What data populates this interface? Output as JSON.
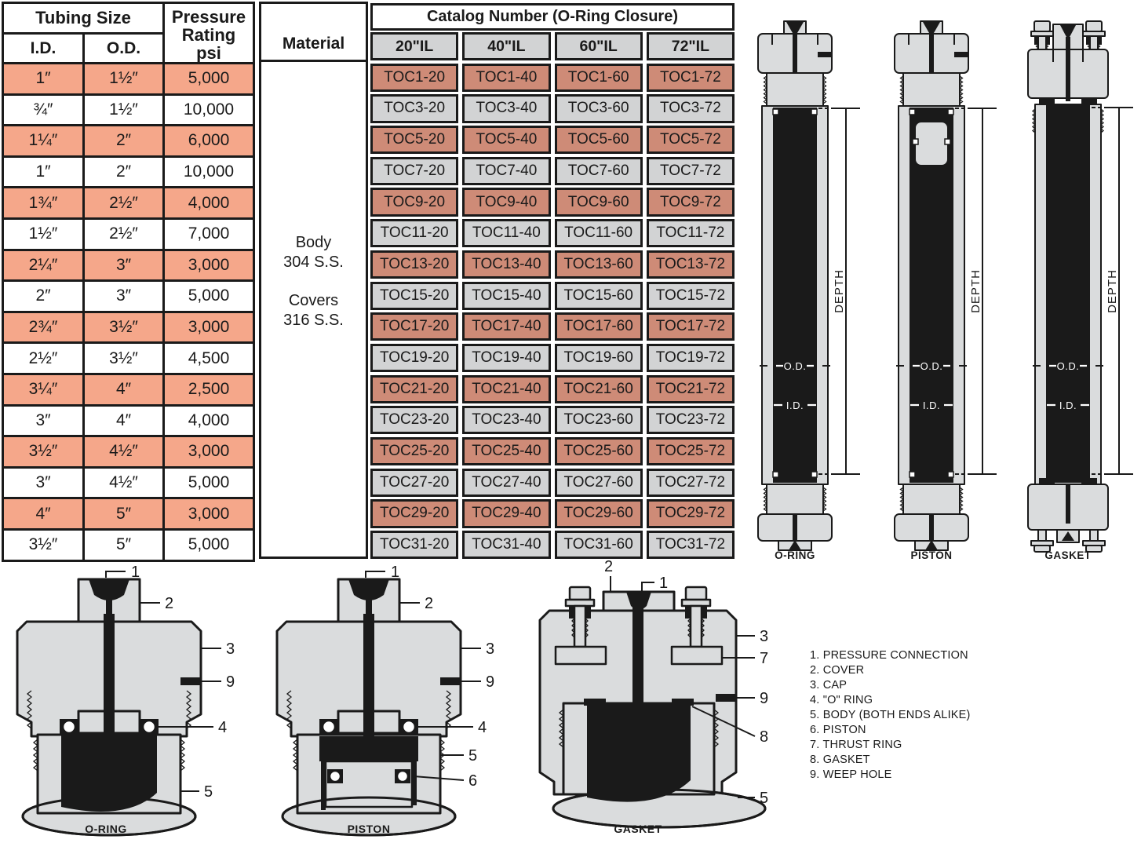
{
  "colors": {
    "highlight_salmon": "#F5A78A",
    "catalog_salmon": "#CE8B77",
    "cell_gray": "#D2D3D4",
    "diagram_gray": "#DADCDD",
    "line_black": "#1A1A1A"
  },
  "tubing_table": {
    "title": "Tubing Size",
    "col_id": "I.D.",
    "col_od": "O.D.",
    "pressure_header": "Pressure\nRating\npsi",
    "rows": [
      {
        "id": "1″",
        "od": "1½″",
        "psi": "5,000",
        "highlight": true
      },
      {
        "id": "¾″",
        "od": "1½″",
        "psi": "10,000",
        "highlight": false
      },
      {
        "id": "1¼″",
        "od": "2″",
        "psi": "6,000",
        "highlight": true
      },
      {
        "id": "1″",
        "od": "2″",
        "psi": "10,000",
        "highlight": false
      },
      {
        "id": "1¾″",
        "od": "2½″",
        "psi": "4,000",
        "highlight": true
      },
      {
        "id": "1½″",
        "od": "2½″",
        "psi": "7,000",
        "highlight": false
      },
      {
        "id": "2¼″",
        "od": "3″",
        "psi": "3,000",
        "highlight": true
      },
      {
        "id": "2″",
        "od": "3″",
        "psi": "5,000",
        "highlight": false
      },
      {
        "id": "2¾″",
        "od": "3½″",
        "psi": "3,000",
        "highlight": true
      },
      {
        "id": "2½″",
        "od": "3½″",
        "psi": "4,500",
        "highlight": false
      },
      {
        "id": "3¼″",
        "od": "4″",
        "psi": "2,500",
        "highlight": true
      },
      {
        "id": "3″",
        "od": "4″",
        "psi": "4,000",
        "highlight": false
      },
      {
        "id": "3½″",
        "od": "4½″",
        "psi": "3,000",
        "highlight": true
      },
      {
        "id": "3″",
        "od": "4½″",
        "psi": "5,000",
        "highlight": false
      },
      {
        "id": "4″",
        "od": "5″",
        "psi": "3,000",
        "highlight": true
      },
      {
        "id": "3½″",
        "od": "5″",
        "psi": "5,000",
        "highlight": false
      }
    ]
  },
  "material": {
    "header": "Material",
    "body": "Body\n304 S.S.",
    "covers": "Covers\n316 S.S."
  },
  "catalog": {
    "title": "Catalog Number (O-Ring Closure)",
    "columns": [
      "20\"IL",
      "40\"IL",
      "60\"IL",
      "72\"IL"
    ],
    "rows": [
      {
        "cells": [
          "TOC1-20",
          "TOC1-40",
          "TOC1-60",
          "TOC1-72"
        ],
        "highlight": true
      },
      {
        "cells": [
          "TOC3-20",
          "TOC3-40",
          "TOC3-60",
          "TOC3-72"
        ],
        "highlight": false
      },
      {
        "cells": [
          "TOC5-20",
          "TOC5-40",
          "TOC5-60",
          "TOC5-72"
        ],
        "highlight": true
      },
      {
        "cells": [
          "TOC7-20",
          "TOC7-40",
          "TOC7-60",
          "TOC7-72"
        ],
        "highlight": false
      },
      {
        "cells": [
          "TOC9-20",
          "TOC9-40",
          "TOC9-60",
          "TOC9-72"
        ],
        "highlight": true
      },
      {
        "cells": [
          "TOC11-20",
          "TOC11-40",
          "TOC11-60",
          "TOC11-72"
        ],
        "highlight": false
      },
      {
        "cells": [
          "TOC13-20",
          "TOC13-40",
          "TOC13-60",
          "TOC13-72"
        ],
        "highlight": true
      },
      {
        "cells": [
          "TOC15-20",
          "TOC15-40",
          "TOC15-60",
          "TOC15-72"
        ],
        "highlight": false
      },
      {
        "cells": [
          "TOC17-20",
          "TOC17-40",
          "TOC17-60",
          "TOC17-72"
        ],
        "highlight": true
      },
      {
        "cells": [
          "TOC19-20",
          "TOC19-40",
          "TOC19-60",
          "TOC19-72"
        ],
        "highlight": false
      },
      {
        "cells": [
          "TOC21-20",
          "TOC21-40",
          "TOC21-60",
          "TOC21-72"
        ],
        "highlight": true
      },
      {
        "cells": [
          "TOC23-20",
          "TOC23-40",
          "TOC23-60",
          "TOC23-72"
        ],
        "highlight": false
      },
      {
        "cells": [
          "TOC25-20",
          "TOC25-40",
          "TOC25-60",
          "TOC25-72"
        ],
        "highlight": true
      },
      {
        "cells": [
          "TOC27-20",
          "TOC27-40",
          "TOC27-60",
          "TOC27-72"
        ],
        "highlight": false
      },
      {
        "cells": [
          "TOC29-20",
          "TOC29-40",
          "TOC29-60",
          "TOC29-72"
        ],
        "highlight": true
      },
      {
        "cells": [
          "TOC31-20",
          "TOC31-40",
          "TOC31-60",
          "TOC31-72"
        ],
        "highlight": false
      }
    ]
  },
  "gauges": {
    "depth_label": "DEPTH",
    "od_label": "O.D.",
    "id_label": "I.D.",
    "items": [
      {
        "label": "O-RING"
      },
      {
        "label": "PISTON"
      },
      {
        "label": "GASKET"
      }
    ]
  },
  "details": {
    "sections": [
      {
        "label": "O-RING"
      },
      {
        "label": "PISTON"
      },
      {
        "label": "GASKET"
      }
    ],
    "callouts": {
      "n1": "1",
      "n2": "2",
      "n3": "3",
      "n4": "4",
      "n5": "5",
      "n6": "6",
      "n7": "7",
      "n8": "8",
      "n9": "9"
    }
  },
  "legend": {
    "items": [
      "1. PRESSURE CONNECTION",
      "2. COVER",
      "3. CAP",
      "4. \"O\" RING",
      "5. BODY (BOTH ENDS ALIKE)",
      "6. PISTON",
      "7. THRUST RING",
      "8. GASKET",
      "9. WEEP HOLE"
    ]
  }
}
